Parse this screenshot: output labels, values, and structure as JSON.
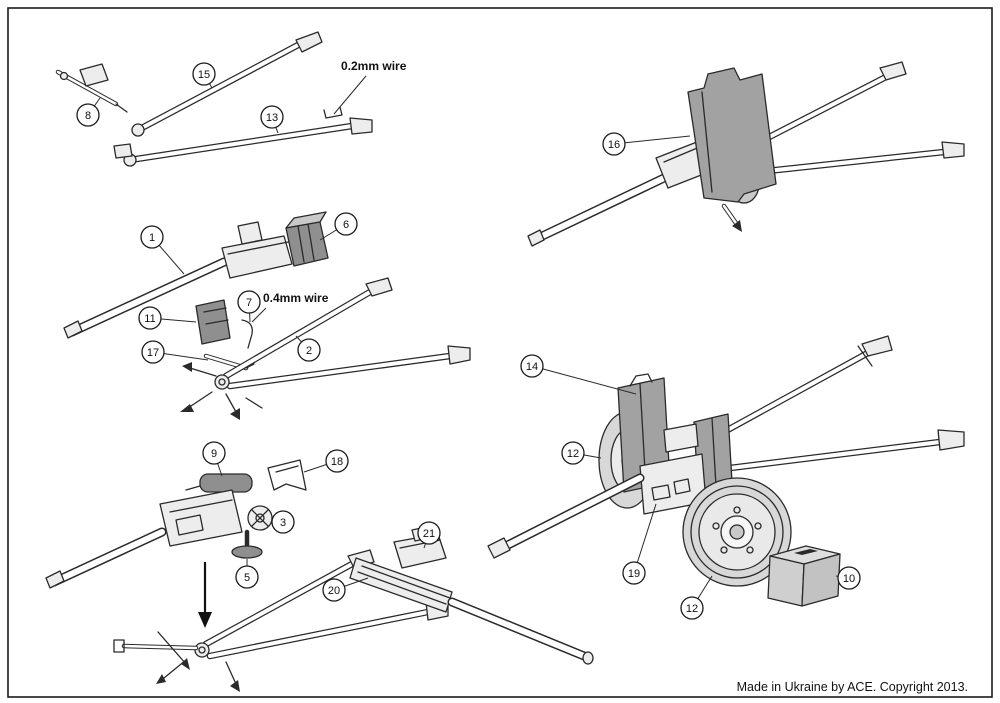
{
  "page": {
    "footer": "Made in Ukraine by ACE. Copyright 2013.",
    "background": "#ffffff",
    "border_color": "#1a1a1a"
  },
  "colors": {
    "line": "#2a2a2a",
    "shield_gray": "#a2a2a2",
    "part_dark": "#8f8f8f",
    "part_light": "#ededed",
    "wheel_gray": "#d8d8d8"
  },
  "annotations": [
    {
      "name": "wire-0-2mm-label",
      "text": "0.2mm wire"
    },
    {
      "name": "wire-0-4mm-label",
      "text": "0.4mm wire"
    }
  ],
  "callouts": [
    {
      "label": "8"
    },
    {
      "label": "15"
    },
    {
      "label": "13"
    },
    {
      "label": "16"
    },
    {
      "label": "1"
    },
    {
      "label": "6"
    },
    {
      "label": "7"
    },
    {
      "label": "11"
    },
    {
      "label": "17"
    },
    {
      "label": "2"
    },
    {
      "label": "14"
    },
    {
      "label": "12"
    },
    {
      "label": "9"
    },
    {
      "label": "18"
    },
    {
      "label": "3"
    },
    {
      "label": "5"
    },
    {
      "label": "21"
    },
    {
      "label": "20"
    },
    {
      "label": "19"
    },
    {
      "label": "12"
    },
    {
      "label": "10"
    }
  ]
}
